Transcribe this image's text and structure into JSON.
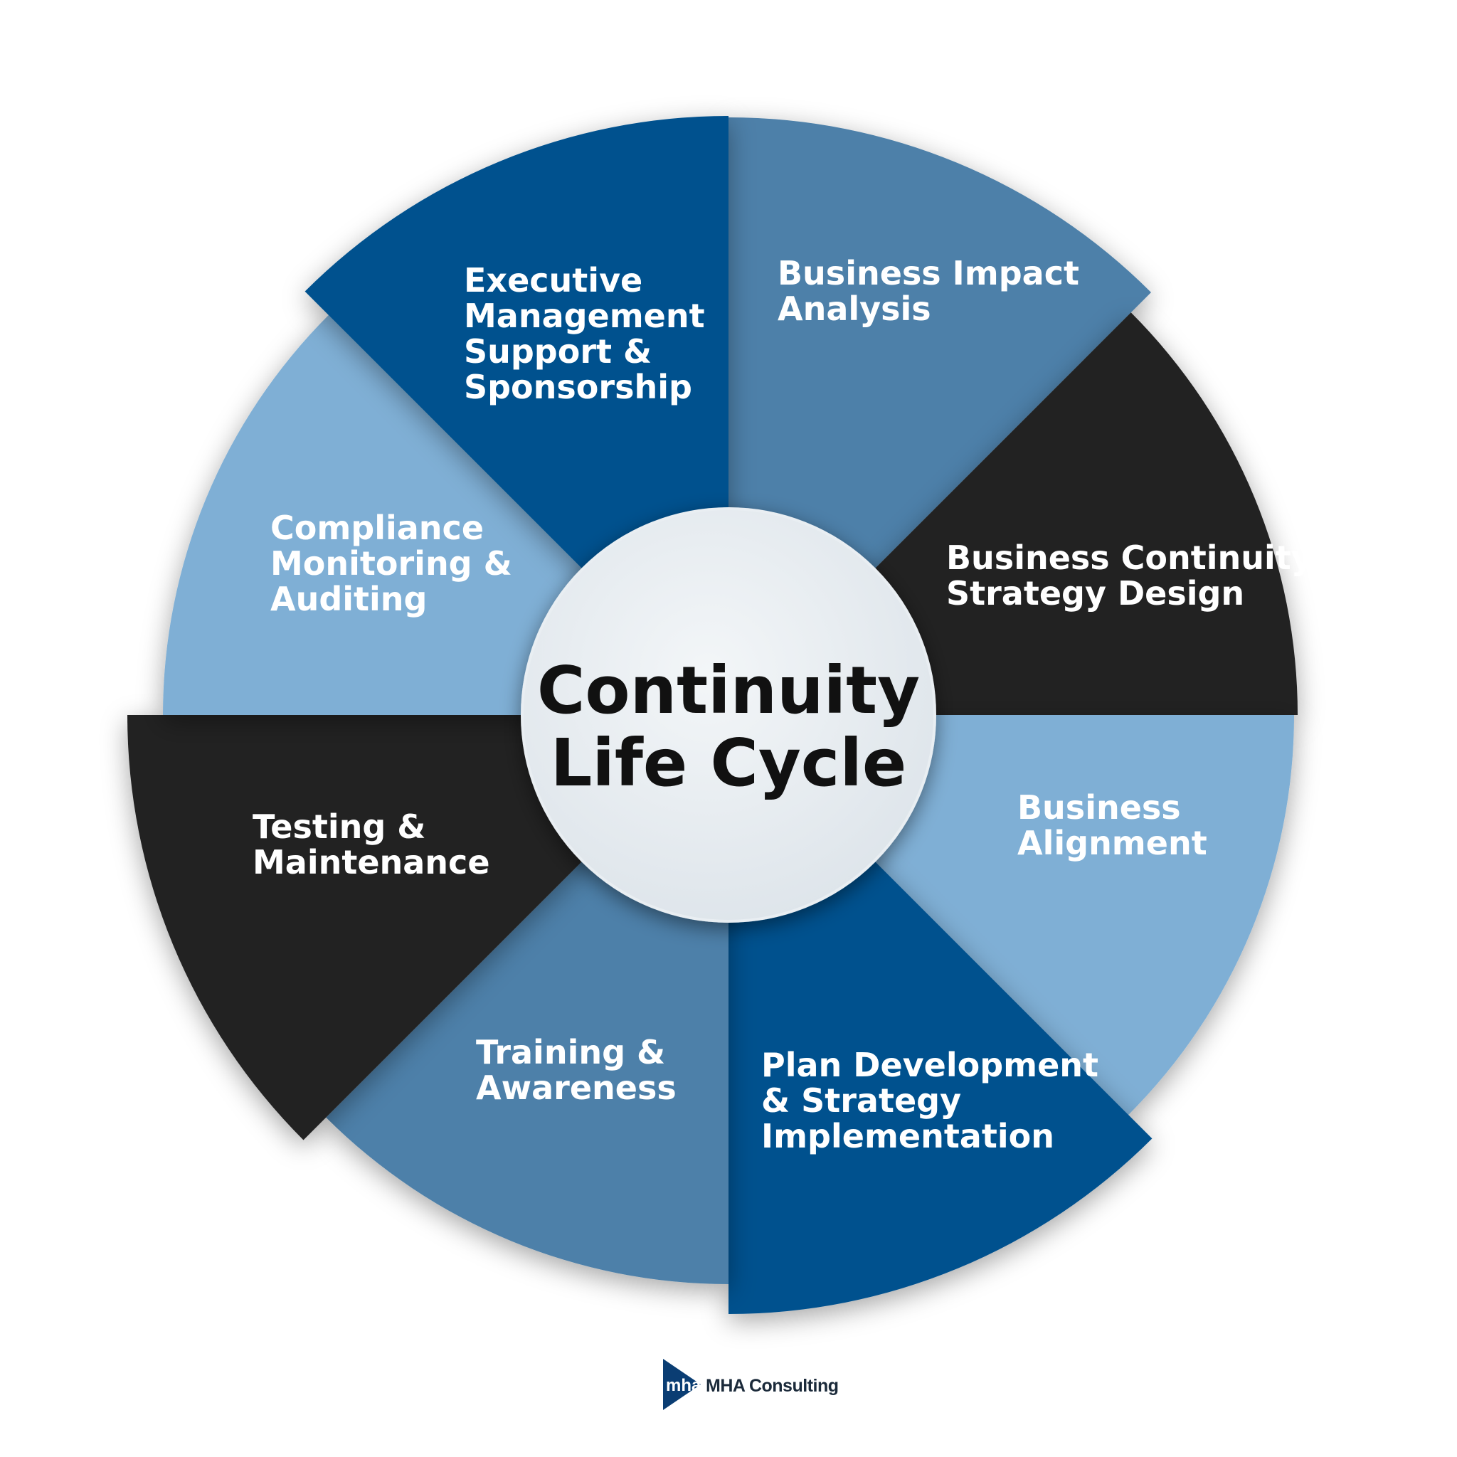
{
  "center": {
    "title_lines": [
      "Continuity",
      "Life Cycle"
    ]
  },
  "segments": [
    {
      "id": "business-impact-analysis",
      "lines": [
        "Business Impact",
        "Analysis"
      ],
      "color": "#4e80a9"
    },
    {
      "id": "business-continuity-strategy-design",
      "lines": [
        "Business Continuity",
        "Strategy Design"
      ],
      "color": "#232323"
    },
    {
      "id": "business-alignment",
      "lines": [
        "Business",
        "Alignment"
      ],
      "color": "#7fafd5"
    },
    {
      "id": "plan-development-strategy-implementation",
      "lines": [
        "Plan Development",
        "& Strategy",
        "Implementation"
      ],
      "color": "#01518e"
    },
    {
      "id": "training-awareness",
      "lines": [
        "Training &",
        "Awareness"
      ],
      "color": "#4e80a9"
    },
    {
      "id": "testing-maintenance",
      "lines": [
        "Testing &",
        "Maintenance"
      ],
      "color": "#232323"
    },
    {
      "id": "compliance-monitoring-auditing",
      "lines": [
        "Compliance",
        "Monitoring &",
        "Auditing"
      ],
      "color": "#7fafd5"
    },
    {
      "id": "executive-management-support-sponsorship",
      "lines": [
        "Executive",
        "Management",
        "Support &",
        "Sponsorship"
      ],
      "color": "#01518e"
    }
  ],
  "brand": {
    "mark_text": "mha",
    "name": "MHA Consulting",
    "mark_color": "#0a3d73",
    "accent_color": "#6cc04a"
  }
}
